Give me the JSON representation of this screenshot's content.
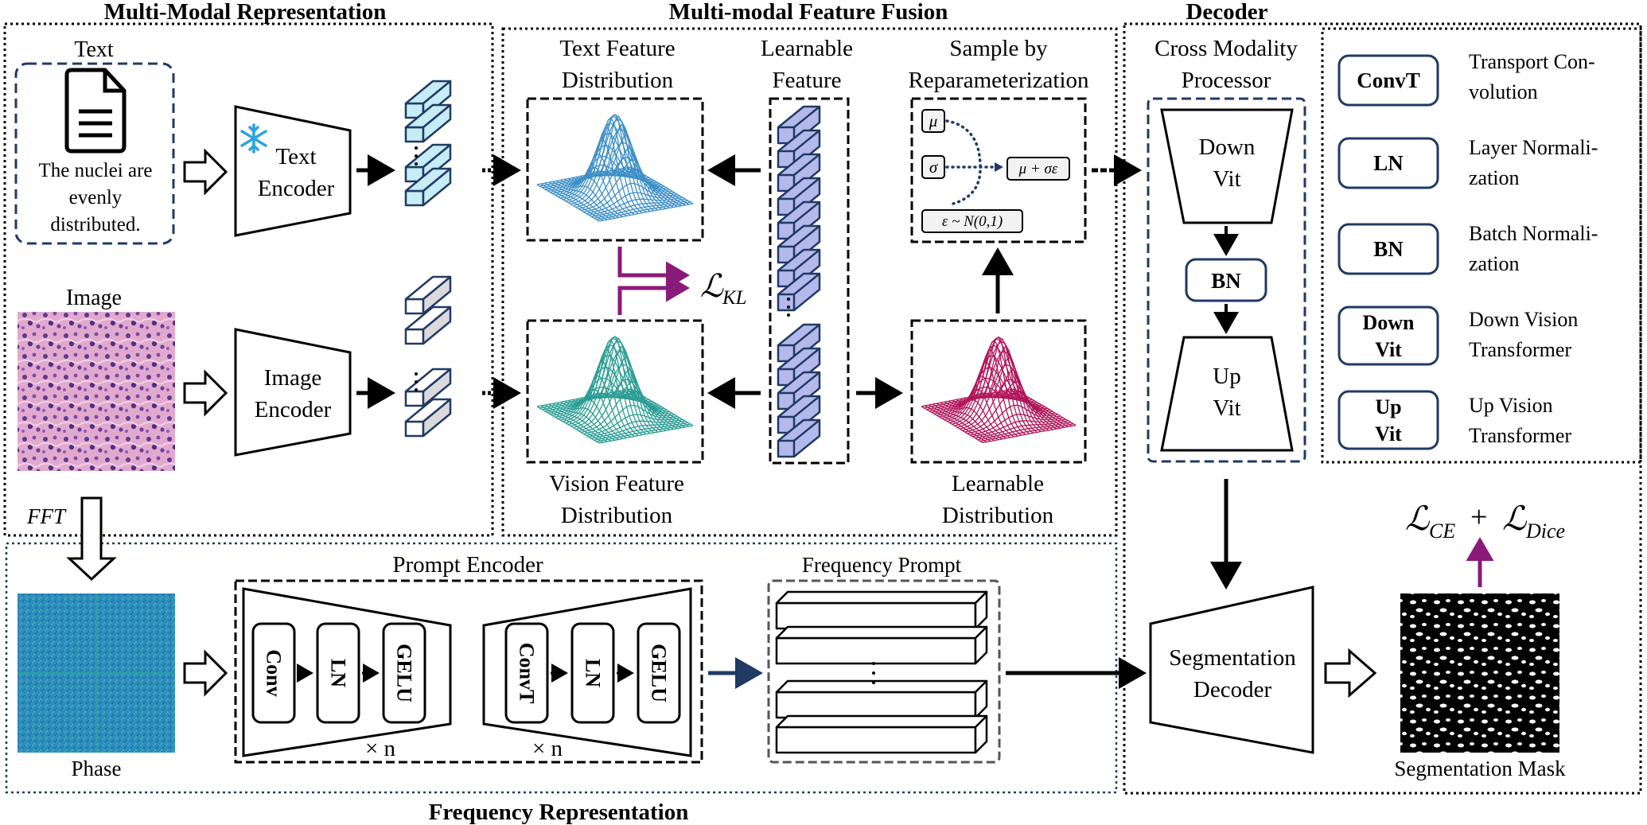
{
  "sections": {
    "multimodal_representation": "Multi-Modal Representation",
    "feature_fusion": "Multi-modal Feature Fusion",
    "decoder": "Decoder",
    "frequency_representation": "Frequency Representation"
  },
  "inputs": {
    "text_label": "Text",
    "text_caption": [
      "The nuclei are",
      "evenly",
      "distributed."
    ],
    "image_label": "Image",
    "fft_label": "FFT",
    "phase_label": "Phase"
  },
  "encoders": {
    "text_encoder": [
      "Text",
      "Encoder"
    ],
    "image_encoder": [
      "Image",
      "Encoder"
    ]
  },
  "fusion": {
    "text_dist": [
      "Text Feature",
      "Distribution"
    ],
    "vision_dist": [
      "Vision Feature",
      "Distribution"
    ],
    "learnable_feature": [
      "Learnable",
      "Feature"
    ],
    "sample": [
      "Sample by",
      "Reparameterization"
    ],
    "learnable_dist": [
      "Learnable",
      "Distribution"
    ],
    "loss_kl": "KL",
    "mu": "μ",
    "sigma": "σ",
    "mu_sigma_eps": "μ + σε",
    "eps_dist": "ε ~ N(0,1)"
  },
  "decoder": {
    "cmp_title": [
      "Cross Modality",
      "Processor"
    ],
    "down_vit": [
      "Down",
      "Vit"
    ],
    "bn": "BN",
    "up_vit": [
      "Up",
      "Vit"
    ],
    "seg_decoder": [
      "Segmentation",
      "Decoder"
    ],
    "loss_ce": "CE",
    "loss_dice": "Dice",
    "seg_mask": "Segmentation Mask"
  },
  "legend": [
    {
      "key": "ConvT",
      "desc": [
        "Transport Con-",
        "volution"
      ]
    },
    {
      "key": "LN",
      "desc": [
        "Layer Normali-",
        "zation"
      ]
    },
    {
      "key": "BN",
      "desc": [
        "Batch Normali-",
        "zation"
      ]
    },
    {
      "key": [
        "Down",
        "Vit"
      ],
      "desc": [
        "Down Vision",
        "Transformer"
      ]
    },
    {
      "key": [
        "Up",
        "Vit"
      ],
      "desc": [
        "Up Vision",
        "Transformer"
      ]
    }
  ],
  "prompt": {
    "title": "Prompt Encoder",
    "blocks1": [
      "Conv",
      "LN",
      "GELU"
    ],
    "blocks2": [
      "ConvT",
      "LN",
      "GELU"
    ],
    "times_n": "× n",
    "freq_prompt": "Frequency Prompt"
  },
  "colors": {
    "text_blue": "#3d8fc6",
    "teal": "#2a9d94",
    "magenta": "#b0155a",
    "purple_arrow": "#8a1a7a",
    "feature_purple": "#b4b9ec",
    "text_feat_cyan": "#c6ecf5",
    "image_feat_gray": "#dadadd",
    "dark_blue": "#203a64",
    "phase_blue": "#1f7fb0"
  }
}
